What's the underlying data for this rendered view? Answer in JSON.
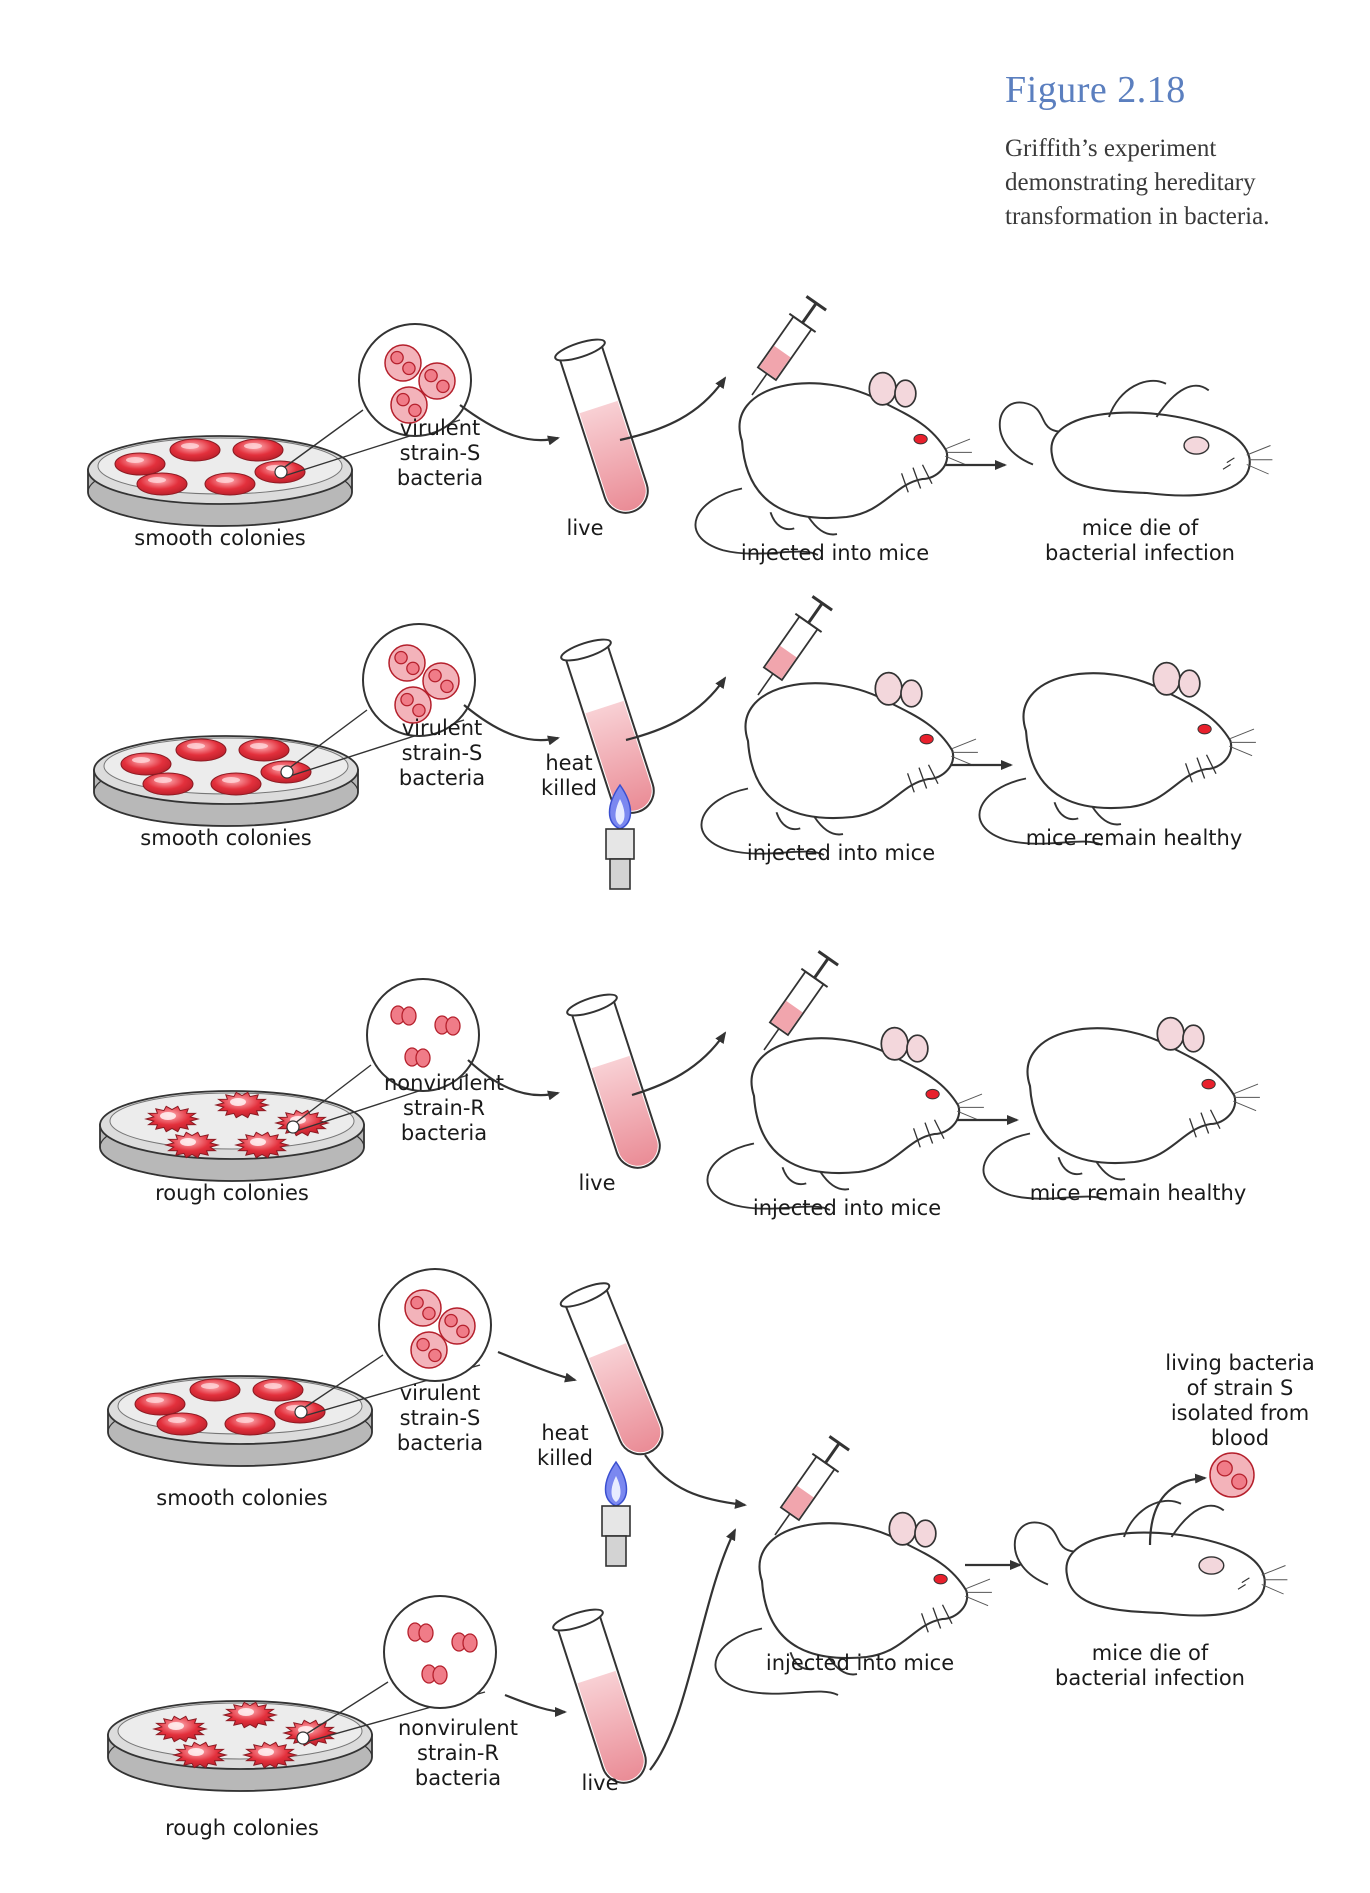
{
  "figure": {
    "title": "Figure 2.18",
    "caption_lines": [
      "Griffith’s experiment",
      "demonstrating hereditary",
      "transformation in bacteria."
    ]
  },
  "colors": {
    "bacteria_red": "#e0303c",
    "culture_pink": "#f1a5ad",
    "dish_gray": "#b8b8b8",
    "flame_blue": "#3a4fd0",
    "mouse_eye": "#e8202c",
    "title_blue": "#5b7fbf"
  },
  "icons": [
    "petri-dish-icon",
    "magnifier-circle-icon",
    "test-tube-icon",
    "syringe-icon",
    "mouse-icon",
    "dead-mouse-icon",
    "bunsen-burner-icon"
  ],
  "rows": [
    {
      "dish_label": "smooth colonies",
      "strain_lines": [
        "virulent",
        "strain-S",
        "bacteria"
      ],
      "tube_lines": [
        "live"
      ],
      "injection_label": "injected into mice",
      "outcome_lines": [
        "mice die of",
        "bacterial infection"
      ]
    },
    {
      "dish_label": "smooth colonies",
      "strain_lines": [
        "virulent",
        "strain-S",
        "bacteria"
      ],
      "tube_lines": [
        "heat",
        "killed"
      ],
      "injection_label": "injected into mice",
      "outcome_lines": [
        "mice remain healthy"
      ]
    },
    {
      "dish_label": "rough colonies",
      "strain_lines": [
        "nonvirulent",
        "strain-R",
        "bacteria"
      ],
      "tube_lines": [
        "live"
      ],
      "injection_label": "injected into mice",
      "outcome_lines": [
        "mice remain healthy"
      ]
    }
  ],
  "combined": {
    "smooth": {
      "dish_label": "smooth colonies",
      "strain_lines": [
        "virulent",
        "strain-S",
        "bacteria"
      ],
      "tube_lines": [
        "heat",
        "killed"
      ]
    },
    "rough": {
      "dish_label": "rough colonies",
      "strain_lines": [
        "nonvirulent",
        "strain-R",
        "bacteria"
      ],
      "tube_lines": [
        "live"
      ]
    },
    "injection_label": "injected into mice",
    "outcome_lines": [
      "mice die of",
      "bacterial infection"
    ],
    "isolated_lines": [
      "living bacteria",
      "of strain S",
      "isolated from",
      "blood"
    ]
  }
}
